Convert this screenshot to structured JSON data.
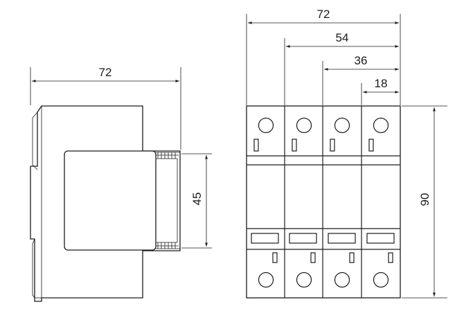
{
  "side_view": {
    "width_label": "72",
    "height_label": "45"
  },
  "front_view": {
    "widths": [
      "72",
      "54",
      "36",
      "18"
    ],
    "height_label": "90",
    "module_count": 4
  },
  "colors": {
    "line": "#1a1a1a",
    "background": "#ffffff"
  }
}
